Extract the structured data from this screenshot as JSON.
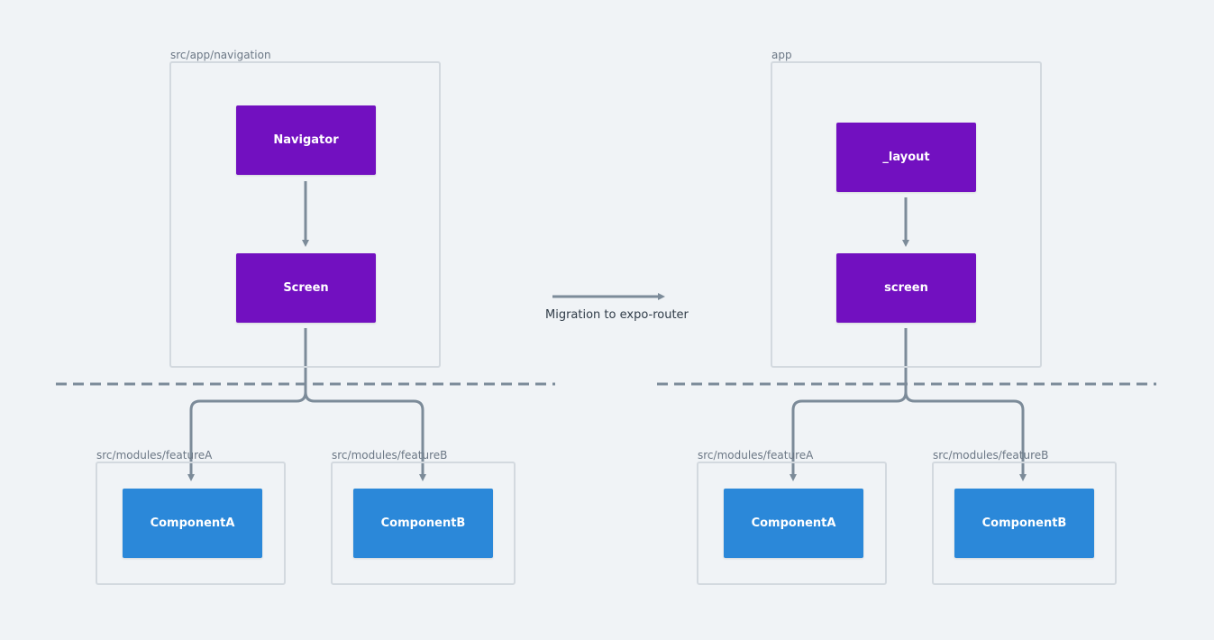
{
  "colors": {
    "background": "#f0f3f6",
    "container_border": "#d3d9df",
    "screen_node": "#7210c0",
    "component_node": "#2b88d9",
    "connector": "#7c8b99"
  },
  "migration_label": "Migration to expo-router",
  "before": {
    "nav_container_label": "src/app/navigation",
    "navigator_label": "Navigator",
    "screen_label": "Screen",
    "feature_a_container_label": "src/modules/featureA",
    "feature_b_container_label": "src/modules/featureB",
    "component_a_label": "ComponentA",
    "component_b_label": "ComponentB"
  },
  "after": {
    "nav_container_label": "app",
    "navigator_label": "_layout",
    "screen_label": "screen",
    "feature_a_container_label": "src/modules/featureA",
    "feature_b_container_label": "src/modules/featureB",
    "component_a_label": "ComponentA",
    "component_b_label": "ComponentB"
  }
}
